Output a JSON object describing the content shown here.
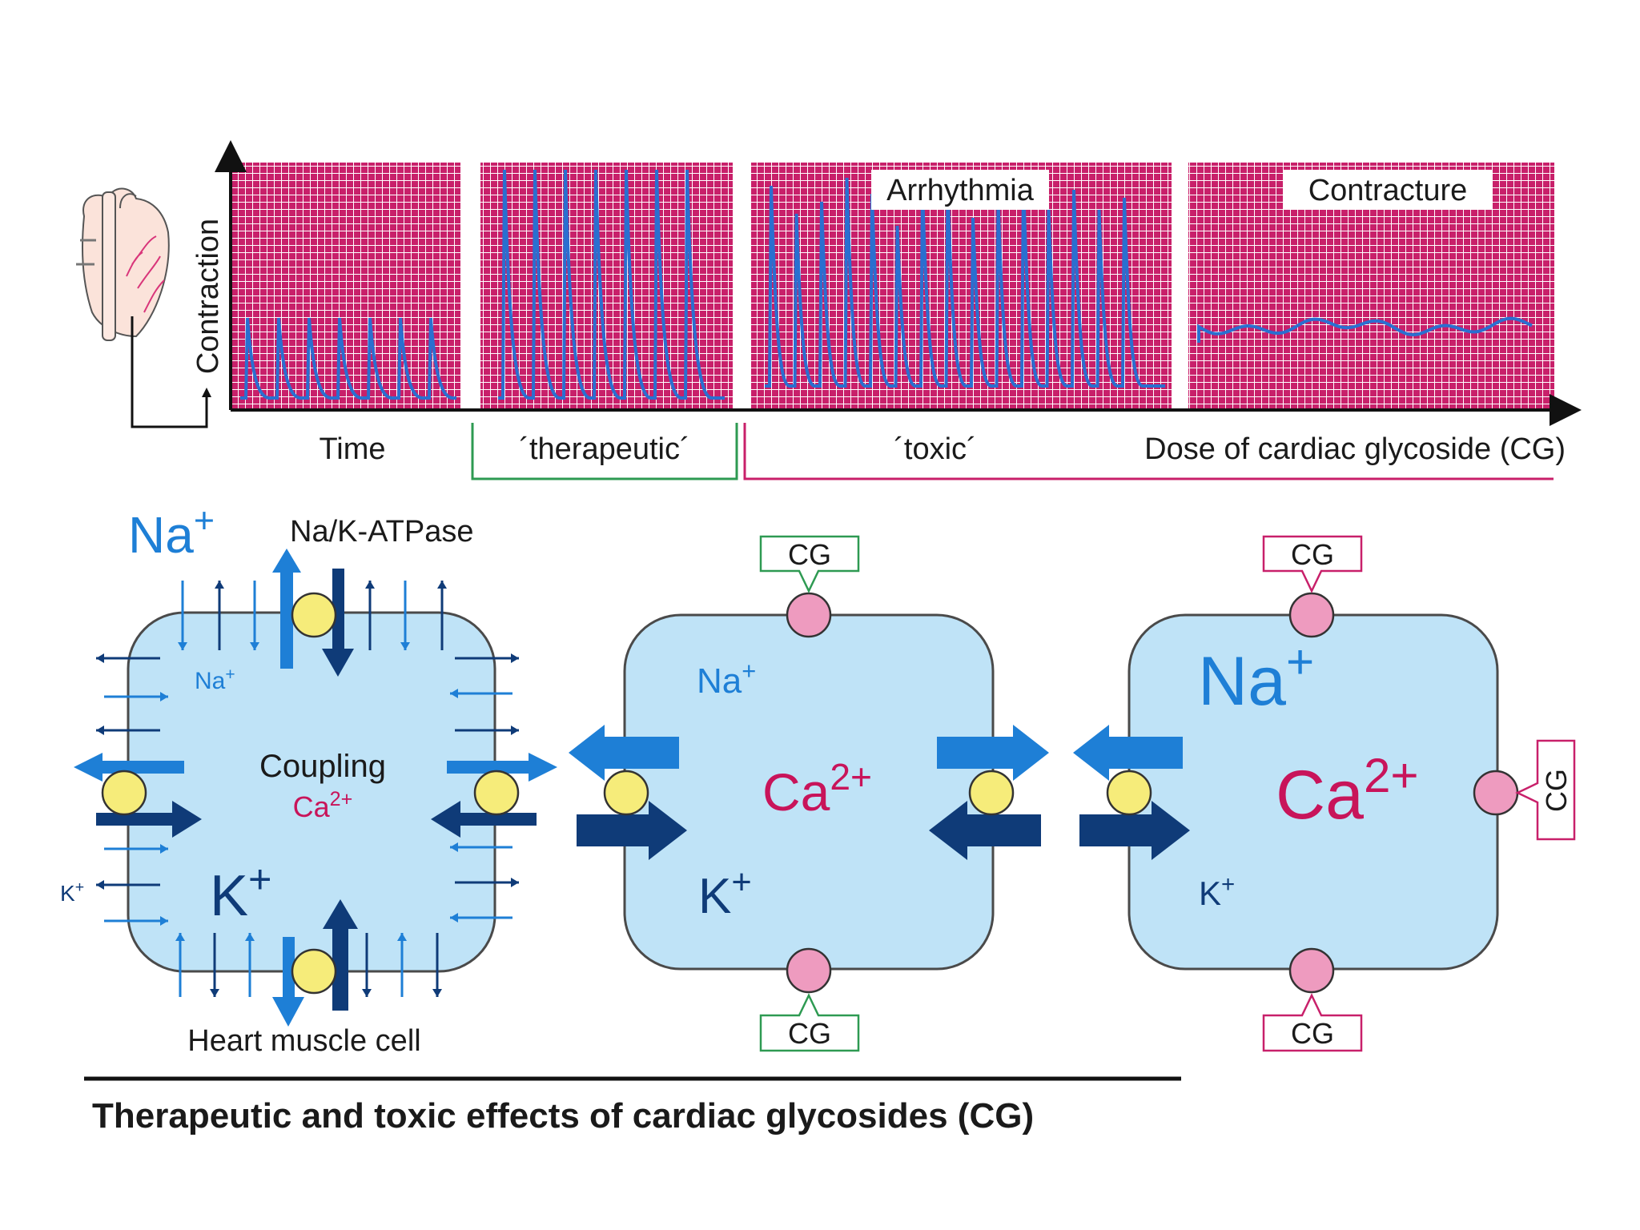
{
  "colors": {
    "grid_bg": "#c8206a",
    "grid_line": "#ffffff",
    "trace": "#2a6fd0",
    "cell_fill": "#bfe3f7",
    "cell_stroke": "#4a4a4a",
    "na_blue": "#1e7fd6",
    "k_navy": "#0f3b78",
    "ca_magenta": "#c8145a",
    "pump_yellow": "#f6ec7a",
    "cg_pink": "#ee9bbf",
    "therapeutic_green": "#2e9a52",
    "toxic_magenta": "#c8206a"
  },
  "chart": {
    "y_label": "Contraction",
    "x_label_time": "Time",
    "x_label_dose": "Dose of cardiac glycoside (CG)",
    "range_therapeutic": "´therapeutic´",
    "range_toxic": "´toxic´",
    "panel_labels": [
      "Arrhythmia",
      "Contracture"
    ]
  },
  "cells": {
    "control": {
      "na_out": "Na+",
      "pump_label": "Na/K-ATPase",
      "na_in": "Na+",
      "coupling": "Coupling",
      "ca": "Ca2+",
      "k_in": "K+",
      "k_out": "K+",
      "cell_label": "Heart muscle cell"
    },
    "therapeutic": {
      "na": "Na+",
      "ca": "Ca2+",
      "k": "K+",
      "cg_top": "CG",
      "cg_bottom": "CG"
    },
    "toxic": {
      "na": "Na+",
      "ca": "Ca2+",
      "k": "K+",
      "cg_top": "CG",
      "cg_right": "CG",
      "cg_bottom": "CG"
    }
  },
  "caption": "Therapeutic and toxic effects of cardiac glycosides (CG)"
}
